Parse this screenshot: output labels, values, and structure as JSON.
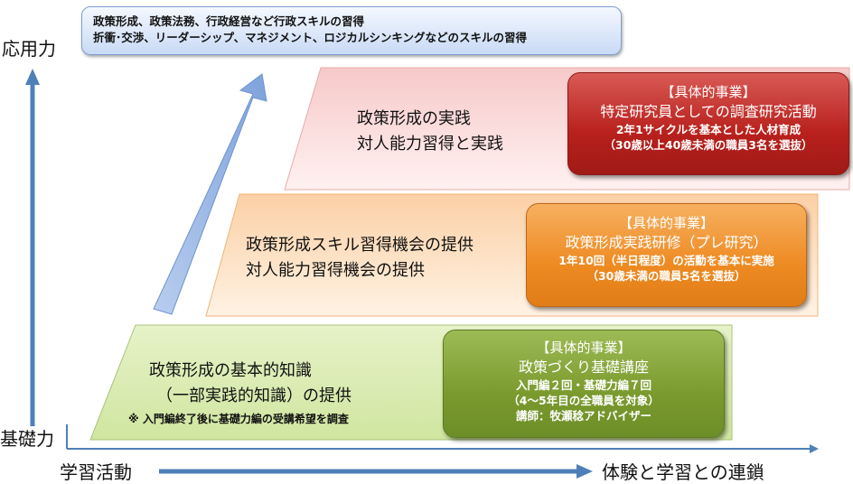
{
  "top_box": {
    "line1": "政策形成、政策法務、行政経営など行政スキルの習得",
    "line2": "折衝･交渉、リーダーシップ、マネジメント、ロジカルシンキングなどのスキルの習得"
  },
  "axes": {
    "y_top": "応用力",
    "y_bottom": "基礎力",
    "x_left": "学習活動",
    "x_right": "体験と学習との連鎖"
  },
  "stages": [
    {
      "line1": "政策形成の実践",
      "line2": "対人能力習得と実践",
      "card": {
        "heading": "【具体的事業】",
        "title": "特定研究員としての調査研究活動",
        "lines": [
          "2年1サイクルを基本とした人材育成",
          "（30歳以上40歳未満の職員3名を選抜）"
        ]
      }
    },
    {
      "line1": "政策形成スキル習得機会の提供",
      "line2": "対人能力習得機会の提供",
      "card": {
        "heading": "【具体的事業】",
        "title": "政策形成実践研修（プレ研究）",
        "lines": [
          "1年10回（半日程度）の活動を基本に実施",
          "（30歳未満の職員5名を選抜）"
        ]
      }
    },
    {
      "line1": "政策形成の基本的知識",
      "line2": "（一部実践的知識）の提供",
      "note": "※ 入門編終了後に基礎力編の受講希望を調査",
      "card": {
        "heading": "【具体的事業】",
        "title": "政策づくり基礎講座",
        "lines": [
          "入門編２回・基礎力編７回",
          "（4～5年目の全職員を対象）",
          "講師：牧瀬稔アドバイザー"
        ]
      }
    }
  ],
  "colors": {
    "axis": "#4f7fb8",
    "red": "#b8201c",
    "orange": "#ee8a22",
    "green": "#7a9a2e",
    "blue_box": "#c9daf5"
  }
}
